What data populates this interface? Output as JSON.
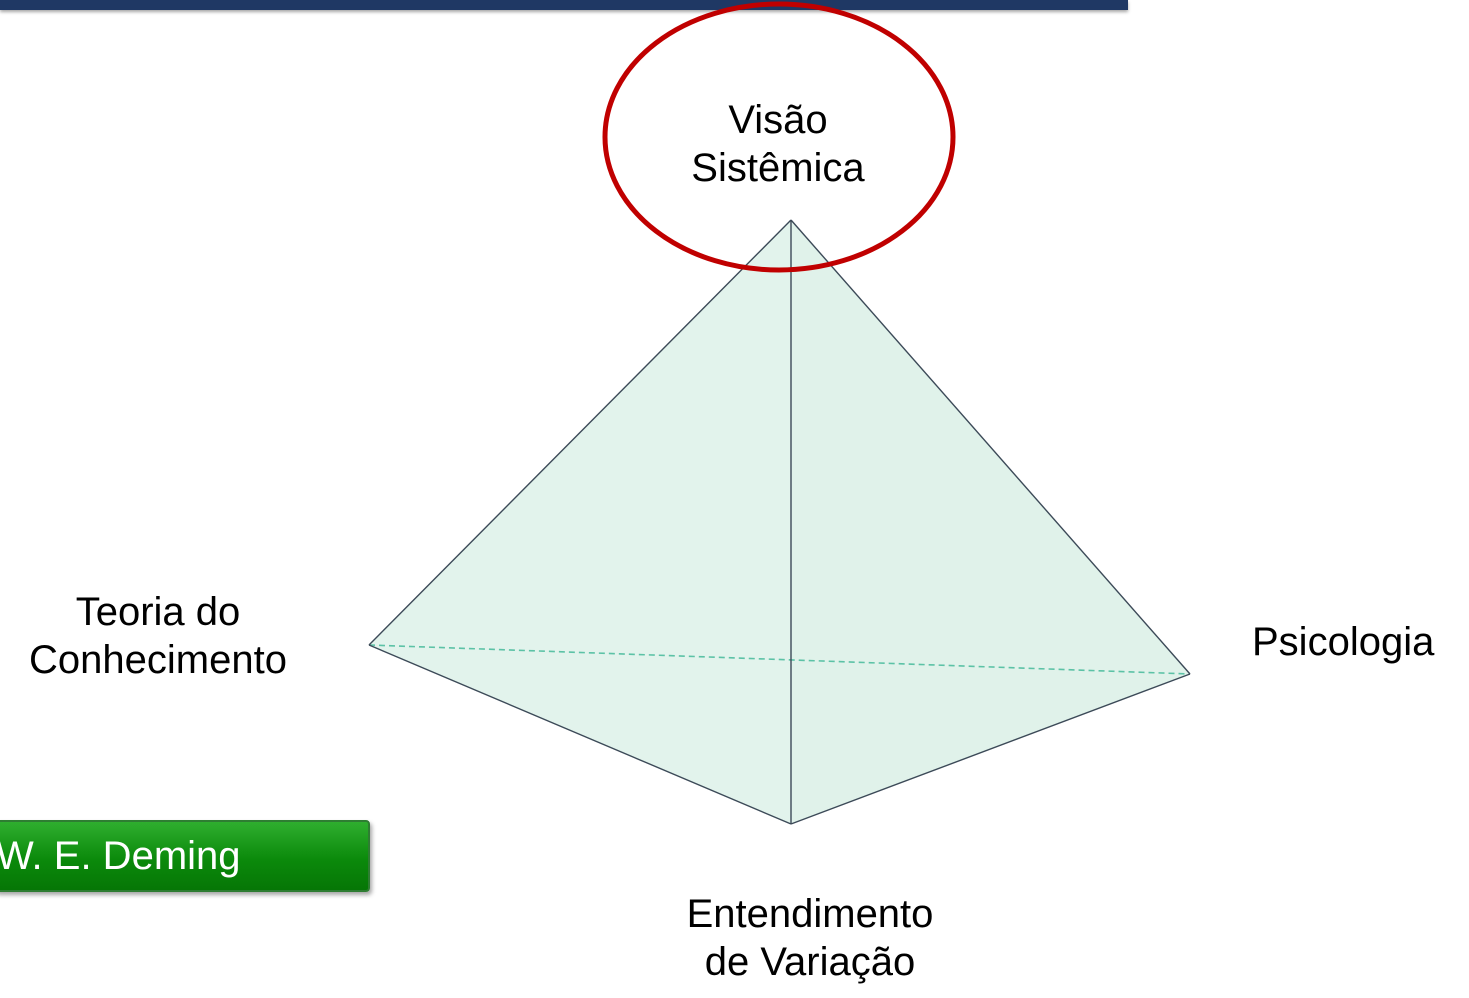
{
  "diagram": {
    "vertices": {
      "top": {
        "line1": "Visão",
        "line2": "Sistêmica"
      },
      "left": {
        "line1": "Teoria do",
        "line2": "Conhecimento"
      },
      "right": {
        "line1": "Psicologia"
      },
      "bottom": {
        "line1": "Entendimento",
        "line2": "de Variação"
      }
    },
    "author": "W. E. Deming",
    "colors": {
      "header_bar": "#1f3864",
      "pyramid_fill": "#e2f3ec",
      "pyramid_edge": "#3c4a58",
      "hidden_edge": "#5cc2a6",
      "highlight_circle": "#c00000",
      "author_badge": "#0b8a0b"
    }
  }
}
